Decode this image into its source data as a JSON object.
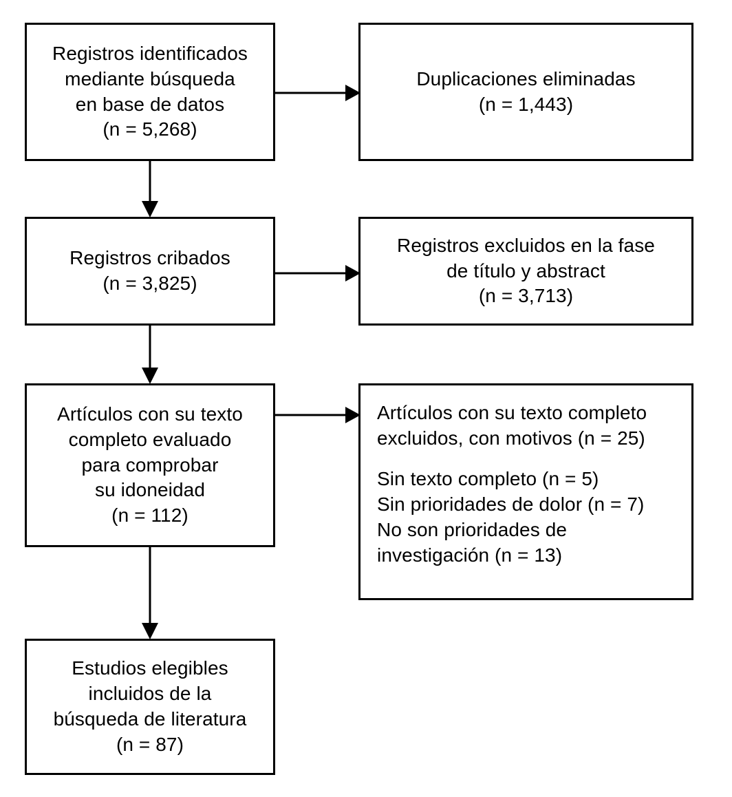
{
  "diagram": {
    "type": "prisma-flow-diagram",
    "language": "es",
    "stroke_color": "#000000",
    "background_color": "#ffffff",
    "nodes": {
      "identified": {
        "id": "records-identified",
        "lines": [
          "Registros identificados",
          "mediante búsqueda",
          "en base de datos",
          "(n = 5,268)"
        ],
        "count": 5268,
        "align": "center"
      },
      "duplicates": {
        "id": "duplicates-removed",
        "lines": [
          "Duplicaciones eliminadas",
          "(n = 1,443)"
        ],
        "count": 1443,
        "align": "center"
      },
      "screened": {
        "id": "records-screened",
        "lines": [
          "Registros cribados",
          "(n = 3,825)"
        ],
        "count": 3825,
        "align": "center"
      },
      "excluded_title_abstract": {
        "id": "records-excluded-title-abstract",
        "lines": [
          "Registros excluidos en la fase",
          "de título y abstract",
          "(n = 3,713)"
        ],
        "count": 3713,
        "align": "center"
      },
      "fulltext_assessed": {
        "id": "full-text-assessed",
        "lines": [
          "Artículos con su texto",
          "completo evaluado",
          "para comprobar",
          "su idoneidad",
          "(n = 112)"
        ],
        "count": 112,
        "align": "center"
      },
      "excluded_fulltext": {
        "id": "full-text-excluded-with-reasons",
        "lines": [
          "Artículos con su texto completo",
          "excluidos, con motivos (n = 25)",
          "",
          "Sin texto completo (n = 5)",
          "Sin prioridades de dolor (n = 7)",
          "No son prioridades de",
          "investigación (n = 13)"
        ],
        "count": 25,
        "align": "left",
        "reasons": [
          {
            "label": "Sin texto completo",
            "count": 5
          },
          {
            "label": "Sin prioridades de dolor",
            "count": 7
          },
          {
            "label": "No son prioridades de investigación",
            "count": 13
          }
        ]
      },
      "included": {
        "id": "eligible-studies-included",
        "lines": [
          "Estudios elegibles",
          "incluidos de la",
          "búsqueda de literatura",
          "(n = 87)"
        ],
        "count": 87,
        "align": "center"
      }
    },
    "connectors": [
      {
        "id": "identified-to-duplicates",
        "from": "identified",
        "to": "duplicates",
        "direction": "horizontal"
      },
      {
        "id": "identified-to-screened",
        "from": "identified",
        "to": "screened",
        "direction": "vertical"
      },
      {
        "id": "screened-to-excluded-title-abstract",
        "from": "screened",
        "to": "excluded_title_abstract",
        "direction": "horizontal"
      },
      {
        "id": "screened-to-fulltext",
        "from": "screened",
        "to": "fulltext_assessed",
        "direction": "vertical"
      },
      {
        "id": "fulltext-to-excluded-fulltext",
        "from": "fulltext_assessed",
        "to": "excluded_fulltext",
        "direction": "horizontal"
      },
      {
        "id": "fulltext-to-included",
        "from": "fulltext_assessed",
        "to": "included",
        "direction": "vertical"
      }
    ]
  }
}
